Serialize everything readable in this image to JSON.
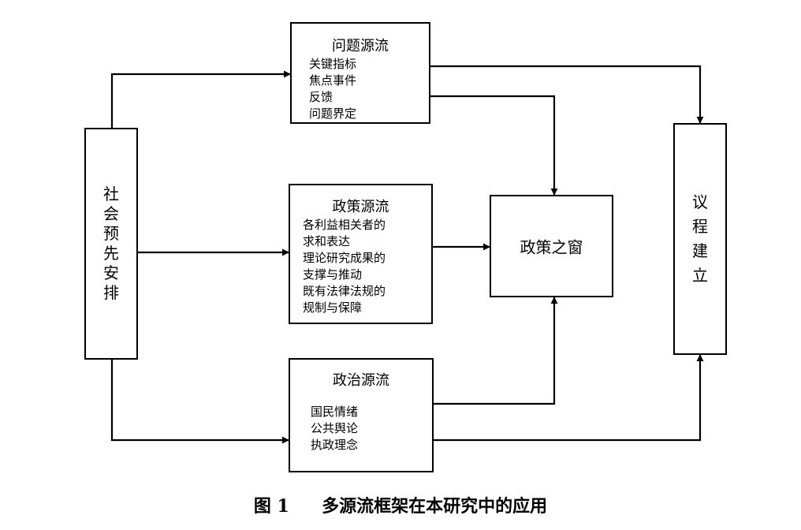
{
  "left_box": {
    "chars": [
      "社",
      "会",
      "预",
      "先",
      "安",
      "排"
    ]
  },
  "problem_stream": {
    "title": "问题源流",
    "items": [
      "关键指标",
      "焦点事件",
      "反馈",
      "问题界定"
    ]
  },
  "policy_stream": {
    "title": "政策源流",
    "items": [
      "各利益相关者的",
      "求和表达",
      "理论研究成果的",
      "支撑与推动",
      "既有法律法规的",
      "规制与保障"
    ]
  },
  "politics_stream": {
    "title": "政治源流",
    "items": [
      "国民情绪",
      "公共舆论",
      "执政理念"
    ]
  },
  "policy_window": {
    "label": "政策之窗"
  },
  "agenda_box": {
    "chars": [
      "议",
      "程",
      "建",
      "立"
    ]
  },
  "caption": {
    "figure_no": "图 1",
    "text": "多源流框架在本研究中的应用"
  }
}
